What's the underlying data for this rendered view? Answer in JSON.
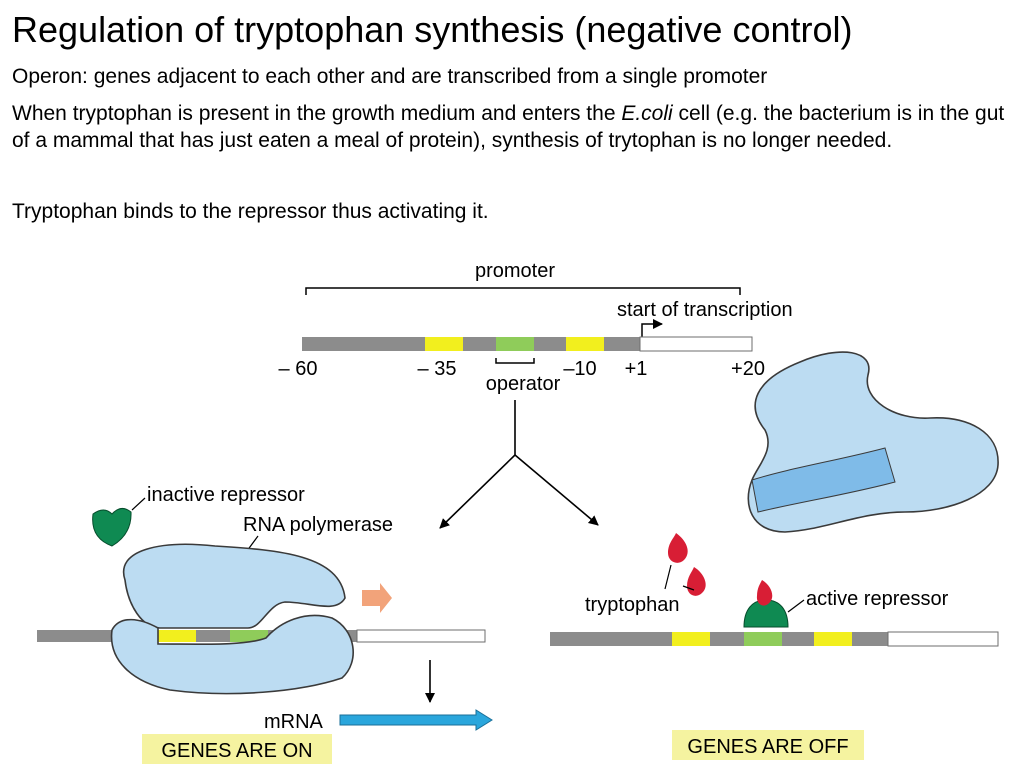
{
  "title": "Regulation of tryptophan synthesis (negative control)",
  "paragraphs": {
    "operon": "Operon: genes adjacent to each other and are transcribed from a single promoter",
    "presence_before": "When tryptophan is present in the growth medium and enters the ",
    "presence_italic": "E.coli",
    "presence_after": " cell (e.g. the bacterium is in the gut of a mammal that has just eaten a meal of protein), synthesis of trytophan is no longer needed.",
    "binding": "Tryptophan binds to the repressor thus activating it."
  },
  "diagram": {
    "promoter_label": "promoter",
    "start_label": "start of transcription",
    "operator_label": "operator",
    "positions": [
      "– 60",
      "– 35",
      "–10",
      "+1",
      "+20"
    ],
    "inactive_repressor_label": "inactive repressor",
    "rna_polymerase_label": "RNA polymerase",
    "mrna_label": "mRNA",
    "genes_on_label": "GENES ARE ON",
    "tryptophan_label": "tryptophan",
    "active_repressor_label": "active repressor",
    "genes_off_label": "GENES ARE OFF"
  },
  "colors": {
    "dna": "#8c8c8c",
    "box_35_10": "#f2ef1e",
    "operator": "#8fcc5a",
    "polymerase": "#bcdcf2",
    "polymerase_stripe": "#7fbbe8",
    "repressor": "#0f8a52",
    "tryptophan": "#d81e35",
    "mrna_arrow": "#2aa6dc",
    "label_highlight": "#f5f3a0"
  }
}
